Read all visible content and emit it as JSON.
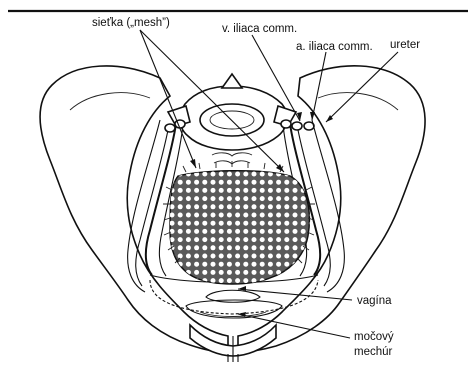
{
  "labels": {
    "mesh": "sieťka („mesh”)",
    "vein": "v. iliaca comm.",
    "artery": "a. iliaca comm.",
    "ureter": "ureter",
    "vagina": "vagína",
    "bladder_line1": "močový",
    "bladder_line2": "mechúr"
  },
  "colors": {
    "ink": "#111111",
    "mesh_fill": "#5a5a5a",
    "mesh_hole": "#ffffff",
    "background": "#ffffff"
  }
}
